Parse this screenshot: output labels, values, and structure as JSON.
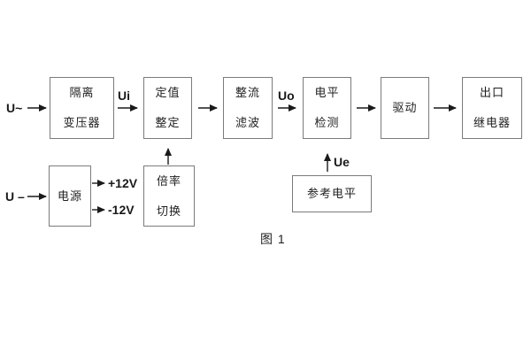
{
  "diagram": {
    "caption": "图 1",
    "colors": {
      "background": "#ffffff",
      "box_border": "#7b7b7b",
      "line": "#1a1a1a",
      "text": "#1f1f1f"
    }
  },
  "inputs": {
    "ac_label": "U~",
    "dc_label": "U –"
  },
  "signals": {
    "ui": "Ui",
    "uo": "Uo",
    "ue": "Ue"
  },
  "power_rails": {
    "positive": "+12V",
    "negative": "-12V"
  },
  "blocks": {
    "isolation_transformer": {
      "line1": "隔离",
      "line2": "变压器"
    },
    "setting_adjustment": {
      "line1": "定值",
      "line2": "整定"
    },
    "rectifier_filter": {
      "line1": "整流",
      "line2": "滤波"
    },
    "level_detection": {
      "line1": "电平",
      "line2": "检测"
    },
    "driver": {
      "line1": "驱动"
    },
    "output_relay": {
      "line1": "出口",
      "line2": "继电器"
    },
    "power_supply": {
      "line1": "电源"
    },
    "ratio_switch": {
      "line1": "倍率",
      "line2": "切换"
    },
    "reference_level": {
      "line1": "参考电平"
    }
  }
}
